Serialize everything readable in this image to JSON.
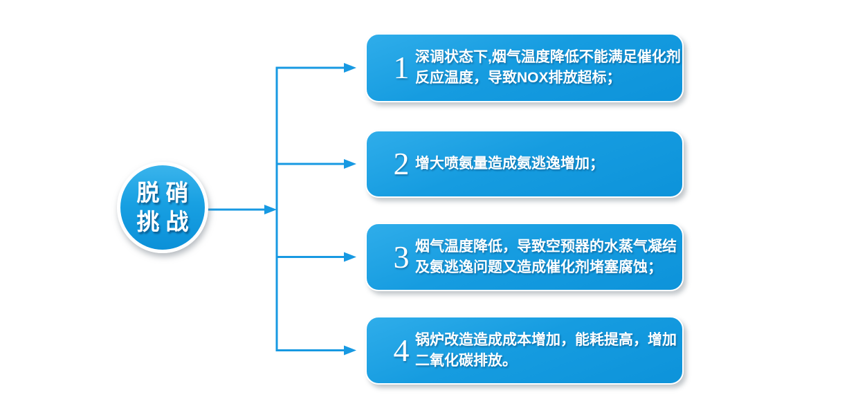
{
  "diagram": {
    "center_node": {
      "lines": [
        "脱硝",
        "挑战"
      ]
    },
    "colors": {
      "connector": "#1799e2",
      "box_gradient_top": "#2fadea",
      "box_gradient_bottom": "#0d93da",
      "text": "#ffffff",
      "background": "#ffffff"
    },
    "items": [
      {
        "number": "1",
        "lines": [
          "深调状态下,烟气温度降低不能满足催化剂",
          "反应温度，导致NOX排放超标；"
        ]
      },
      {
        "number": "2",
        "lines": [
          "增大喷氨量造成氨逃逸增加；"
        ]
      },
      {
        "number": "3",
        "lines": [
          "烟气温度降低，导致空预器的水蒸气凝结",
          "及氨逃逸问题又造成催化剂堵塞腐蚀；"
        ]
      },
      {
        "number": "4",
        "lines": [
          "锅炉改造造成成本增加，能耗提高，增加",
          "二氧化碳排放。"
        ]
      }
    ]
  }
}
